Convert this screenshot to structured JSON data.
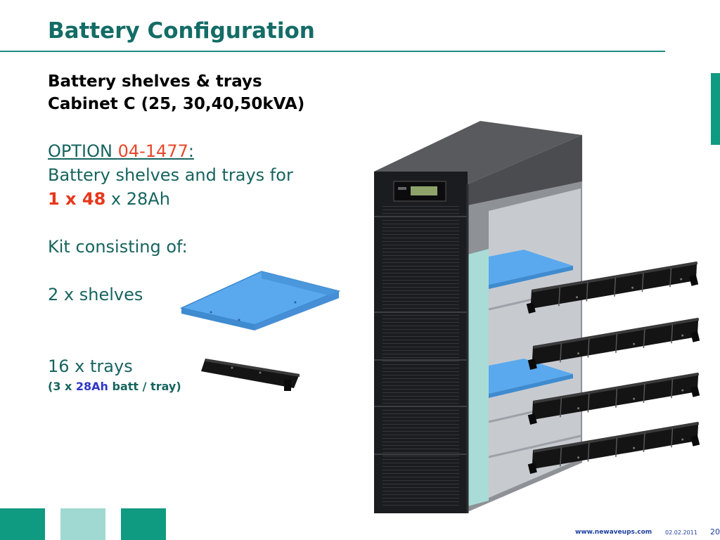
{
  "slide": {
    "title": "Battery Configuration",
    "subtitle_line1": "Battery shelves & trays",
    "subtitle_line2": "Cabinet C (25, 30,40,50kVA)",
    "option_label": "OPTION ",
    "option_code": "04-1477",
    "option_colon": ":",
    "desc_line": "Battery shelves and trays for",
    "qty_bold": "1 x 48",
    "qty_rest": " x 28Ah",
    "kit_label": "Kit consisting of:",
    "shelves_text": "2 x shelves",
    "trays_text": "16 x trays",
    "note_prefix": "(3 x ",
    "note_ah": "28Ah",
    "note_suffix": " batt / tray)"
  },
  "footer": {
    "url": "www.newaveups.com",
    "date": "02.02.2011",
    "page": "20"
  },
  "colors": {
    "title": "#146c66",
    "accent_red": "#e8472a",
    "shelf_blue": "#5aa9ee",
    "tray_black": "#111111",
    "cabinet_dark": "#595a5e",
    "teal_square": "#0f9a82",
    "light_teal_square": "#9fd9d1"
  }
}
